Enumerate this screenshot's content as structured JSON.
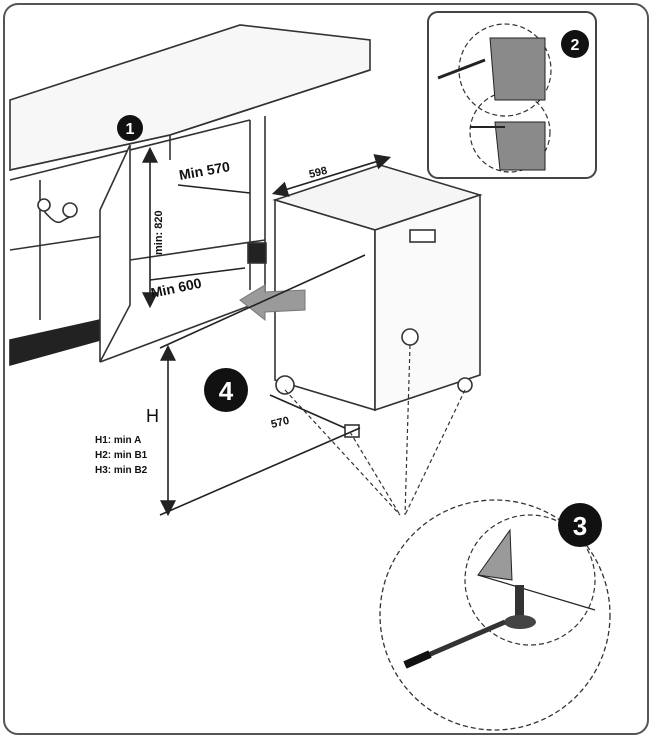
{
  "dimensions": {
    "min_820": "min: 820",
    "min_570": "Min 570",
    "min_600": "Min 600",
    "width_598": "598",
    "depth_570": "570",
    "height_H": "H"
  },
  "height_notes": [
    "H1: min A",
    "H2: min B1",
    "H3: min B2"
  ],
  "steps": [
    "1",
    "2",
    "3",
    "4"
  ],
  "colors": {
    "stroke": "#222222",
    "step_badge": "#111111",
    "panel_border": "#555555",
    "arrow": "#9a9a9a"
  }
}
